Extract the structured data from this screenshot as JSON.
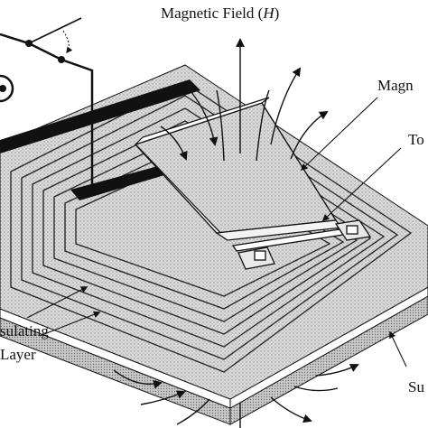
{
  "labels": {
    "magnetic_field_pre": "Magnetic Field (",
    "magnetic_field_sym": "H",
    "magnetic_field_post": ")",
    "magnet": "Magn",
    "torsion": "To",
    "insulating_1": "sulating",
    "insulating_2": "Layer",
    "substrate": "Su"
  },
  "colors": {
    "ink": "#111111",
    "surface": "#d8d8d8",
    "coil": "#333333",
    "background": "#ffffff"
  }
}
